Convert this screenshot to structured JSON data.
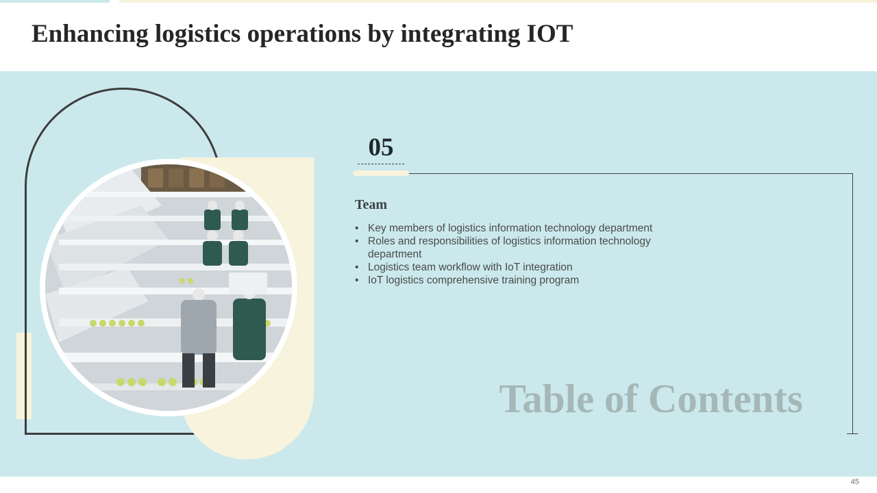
{
  "slide": {
    "title": "Enhancing logistics operations by integrating IOT",
    "section_number": "05",
    "section_heading": "Team",
    "bullets": [
      "Key members of logistics information technology  department",
      "Roles and responsibilities of logistics information technology department",
      "Logistics team workflow with IoT integration",
      "IoT logistics comprehensive training program"
    ],
    "watermark": "Table of Contents",
    "page_number": "45"
  },
  "colors": {
    "panel_background": "#cbe9ed",
    "cream_accent": "#f7f3dc",
    "outline": "#3d3d3d",
    "watermark_text": "#a6b7b8"
  }
}
